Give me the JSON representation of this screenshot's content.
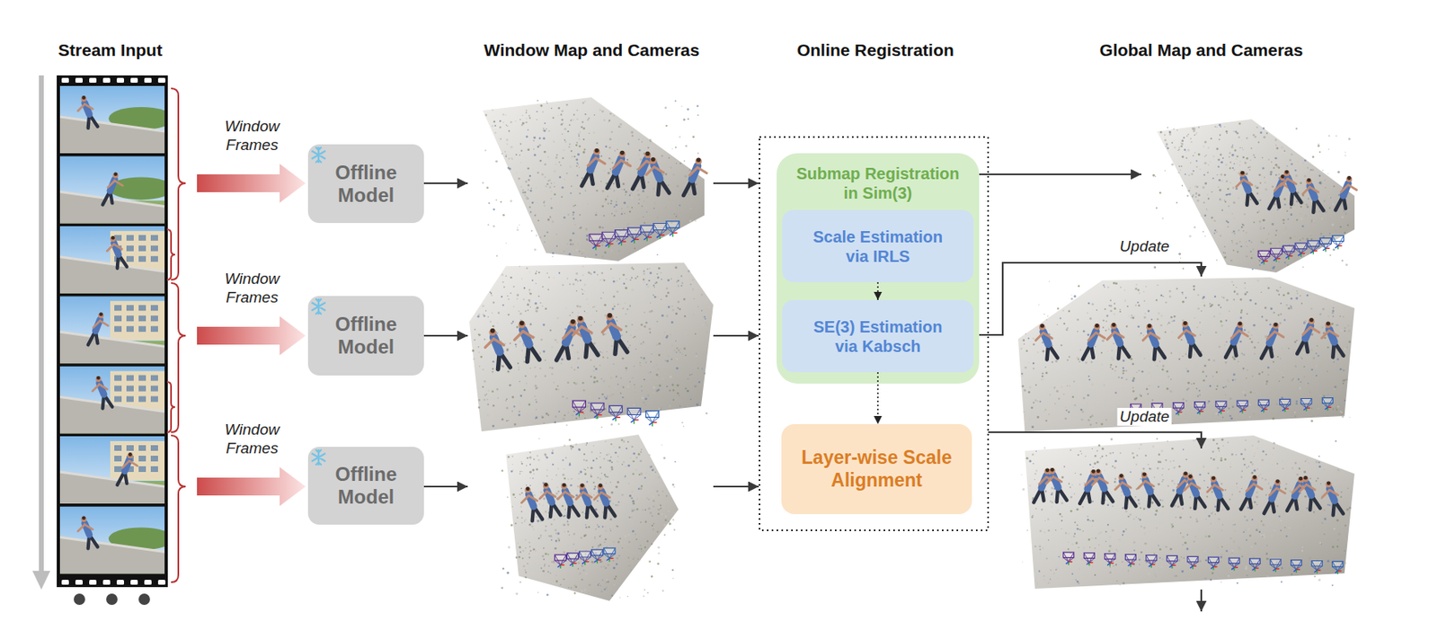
{
  "diagram": {
    "nodes": [
      {
        "text": [
          "Offline Model"
        ]
      },
      {
        "text": [
          "Offline Model"
        ]
      },
      {
        "text": [
          "Offline Model"
        ]
      },
      {
        "text": [
          "Submap Registration in Sim(3)"
        ]
      },
      {
        "text": [
          "Scale Estimation via IRLS"
        ],
        "in": 3
      },
      {
        "text": [
          "SE(3) Estimation via Kabsch"
        ],
        "in": 3
      },
      {
        "text": [
          "Layer-wise Scale Alignment"
        ]
      }
    ],
    "edges": [
      {
        "from": 4,
        "to": 5,
        "arrow": "to"
      },
      {
        "from": 5,
        "to": 6,
        "arrow": "to"
      }
    ],
    "labels": [
      "Stream Input",
      "Window Map and Cameras",
      "Online Registration",
      "Global Map and Cameras",
      "Window Frames",
      "Window Frames",
      "Window Frames",
      "Update",
      "Update"
    ]
  }
}
